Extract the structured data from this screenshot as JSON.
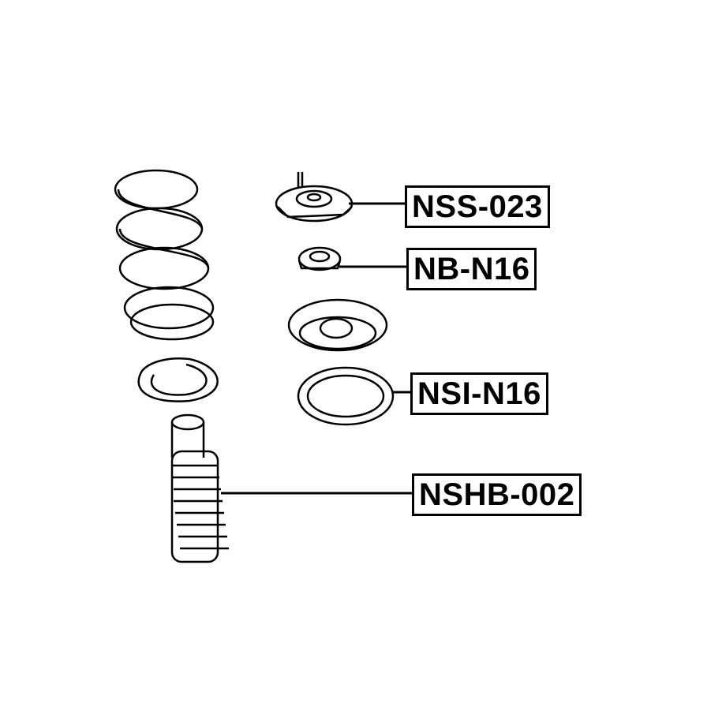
{
  "parts": [
    {
      "id": "top-mount",
      "label": "NSS-023"
    },
    {
      "id": "bearing",
      "label": "NB-N16"
    },
    {
      "id": "spring-insulator",
      "label": "NSI-N16"
    },
    {
      "id": "shock-boot",
      "label": "NSHB-002"
    }
  ],
  "colors": {
    "line": "#000000",
    "background": "#ffffff"
  }
}
